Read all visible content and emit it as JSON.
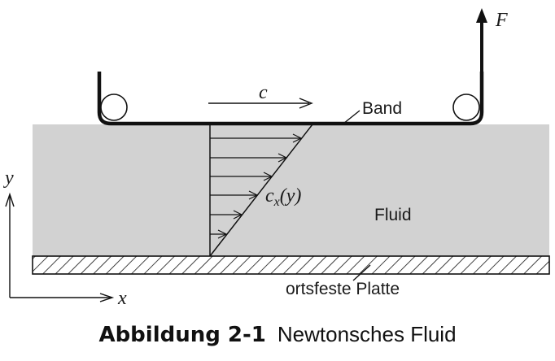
{
  "diagram": {
    "labels": {
      "force": "F",
      "velocity": "c",
      "band": "Band",
      "velocity_profile": "c",
      "velocity_profile_sub": "x",
      "velocity_profile_arg": "(y)",
      "fluid": "Fluid",
      "plate": "ortsfeste Platte",
      "axis_y": "y",
      "axis_x": "x"
    },
    "colors": {
      "fluid": "#d2d2d2",
      "lines": "#111111",
      "background": "#ffffff"
    }
  },
  "caption": {
    "number": "Abbildung 2-1",
    "text": "Newtonsches Fluid"
  }
}
